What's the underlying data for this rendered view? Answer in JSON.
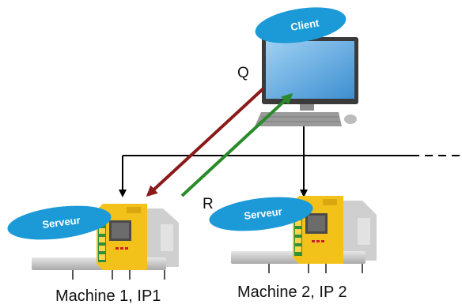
{
  "client": {
    "label": "Client",
    "marker": "Q"
  },
  "machine1": {
    "server_label": "Serveur",
    "caption": "Machine 1, IP1"
  },
  "machine2": {
    "server_label": "Serveur",
    "caption": "Machine 2, IP 2",
    "marker": "R"
  },
  "colors": {
    "bubble": "#1c9ad8",
    "request_arrow": "#8b1a1a",
    "response_arrow": "#2a8a2a",
    "connector": "#000000",
    "machine_panel": "#f2c21a",
    "machine_body": "#cfcfcf",
    "monitor_screen": "#5aa7e0"
  }
}
